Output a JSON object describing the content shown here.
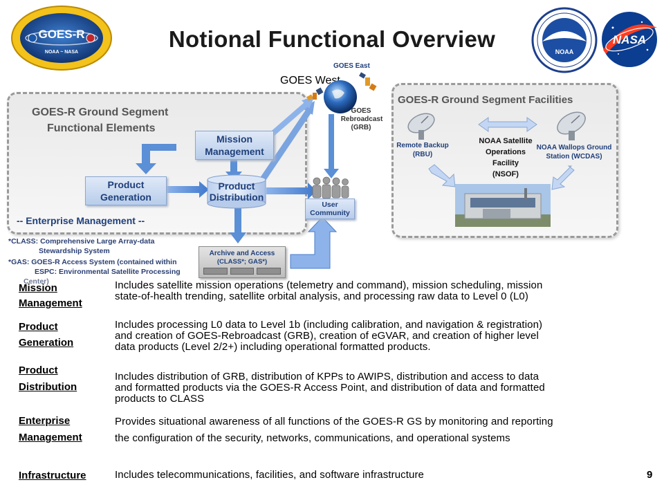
{
  "title": "Notional Functional Overview",
  "page_number": "9",
  "diagram": {
    "left_panel_title_line1": "GOES-R Ground Segment",
    "left_panel_title_line2": "Functional Elements",
    "right_panel_title": "GOES-R Ground Segment Facilities",
    "mission_management_line1": "Mission",
    "mission_management_line2": "Management",
    "product_generation_line1": "Product",
    "product_generation_line2": "Generation",
    "product_distribution_line1": "Product",
    "product_distribution_line2": "Distribution",
    "enterprise_management": "-- Enterprise Management --",
    "goes_west": "GOES West",
    "goes_east": "GOES East",
    "grb_line1": "GOES",
    "grb_line2": "Rebroadcast",
    "grb_line3": "(GRB)",
    "user_community_line1": "User",
    "user_community_line2": "Community",
    "archive_line1": "Archive and Access",
    "archive_line2": "(CLASS*; GAS*)",
    "rbu_line1": "Remote Backup",
    "rbu_line2": "(RBU)",
    "nsof_line1": "NOAA Satellite",
    "nsof_line2": "Operations",
    "nsof_line3": "Facility",
    "nsof_line4": "(NSOF)",
    "wcdas_line1": "NOAA Wallops Ground",
    "wcdas_line2": "Station (WCDAS)",
    "note_class_line1": "*CLASS: Comprehensive Large Array-data",
    "note_class_line2": "Stewardship System",
    "note_gas_line1": "*GAS: GOES-R Access System (contained within",
    "note_gas_line2": "ESPC: Environmental Satellite Processing",
    "note_gas_line3": "Center)",
    "logo_goesr_text": "GOES-R",
    "logo_goesr_sub": "NOAA ~ NASA",
    "logo_noaa_text": "NOAA",
    "logo_nasa_text": "NASA"
  },
  "definitions": [
    {
      "term_line1": "Mission",
      "term_line2": "Management",
      "desc_line1": "Includes satellite mission operations (telemetry and command), mission scheduling, mission",
      "desc_line2": "state-of-health trending, satellite orbital analysis, and processing raw data to Level 0 (L0)",
      "desc_line3": ""
    },
    {
      "term_line1": "Product",
      "term_line2": "Generation",
      "desc_line1": "Includes processing L0 data to Level 1b (including calibration, and navigation & registration)",
      "desc_line2": "and creation of GOES-Rebroadcast (GRB), creation of eGVAR, and creation of higher level",
      "desc_line3": "data products (Level 2/2+) including operational formatted products."
    },
    {
      "term_line1": "Product",
      "term_line2": "Distribution",
      "desc_line1": "Includes distribution of GRB, distribution of KPPs to AWIPS, distribution and access to data",
      "desc_line2": "and formatted products via the GOES-R Access Point, and distribution of data and formatted",
      "desc_line3": "products to CLASS"
    },
    {
      "term_line1": "Enterprise",
      "term_line2": "Management",
      "desc_line1": "Provides situational awareness of all functions of the GOES-R GS by monitoring and reporting",
      "desc_line2": "the configuration of the security, networks, communications, and operational systems",
      "desc_line3": ""
    },
    {
      "term_line1": "Infrastructure",
      "term_line2": "",
      "desc_line1": "Includes telecommunications, facilities, and software infrastructure",
      "desc_line2": "",
      "desc_line3": ""
    }
  ],
  "colors": {
    "box_text": "#1f3f7a",
    "arrow": "#5b8fd6",
    "panel_border": "#9a9a9a"
  }
}
